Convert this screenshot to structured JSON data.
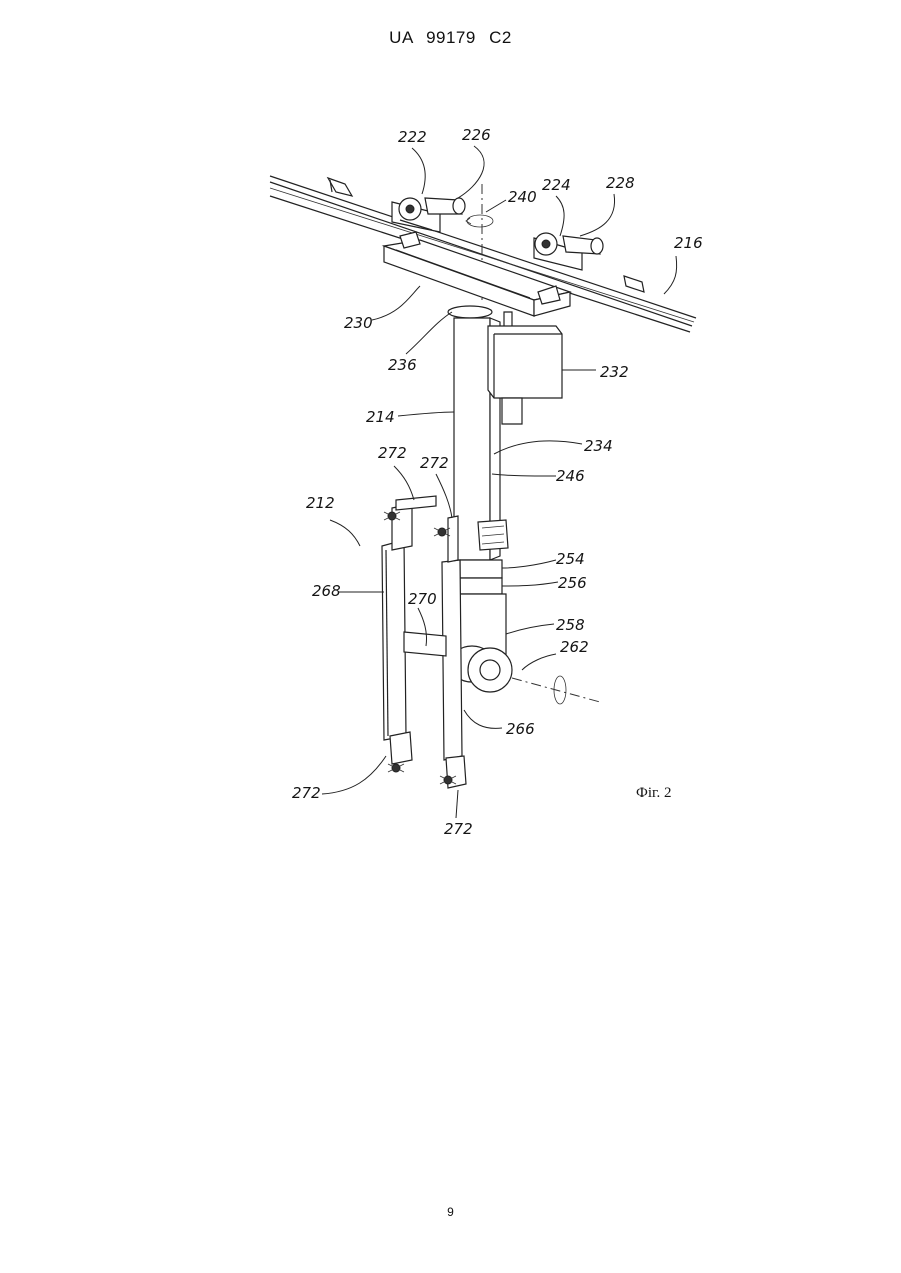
{
  "header": {
    "patent_number": "UA 99179 C2"
  },
  "figure": {
    "caption": "Фіг. 2",
    "labels": {
      "l222": "222",
      "l226": "226",
      "l240": "240",
      "l224": "224",
      "l228": "228",
      "l216": "216",
      "l230": "230",
      "l236": "236",
      "l232": "232",
      "l214": "214",
      "l234": "234",
      "l246": "246",
      "l272a": "272",
      "l272b": "272",
      "l212": "212",
      "l254": "254",
      "l256": "256",
      "l268": "268",
      "l270": "270",
      "l258": "258",
      "l262": "262",
      "l266": "266",
      "l272c": "272",
      "l272d": "272"
    }
  },
  "footer": {
    "page_number": "9"
  }
}
